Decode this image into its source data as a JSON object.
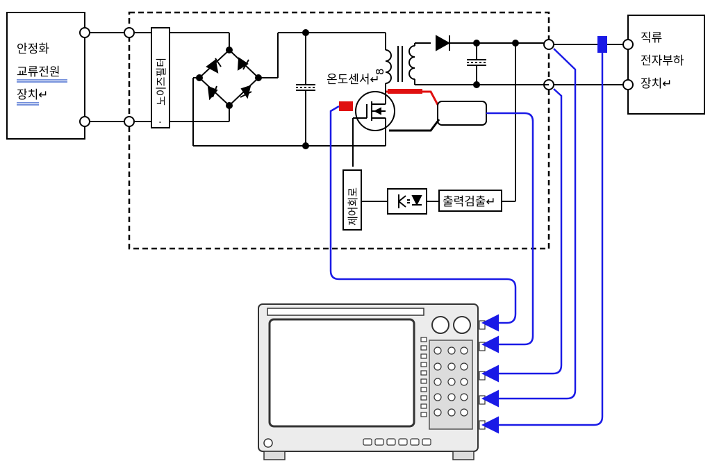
{
  "labels": {
    "ac_source_1": "안정화",
    "ac_source_2": "교류전원",
    "ac_source_3": "장치↵",
    "dc_load_1": "직류",
    "dc_load_2": "전자부하",
    "dc_load_3": "장치↵",
    "noise_filter": "노이즈필터",
    "noise_filter_mark": ".",
    "temp_sensor": "온도센서↵",
    "control_circuit": "제어회로",
    "output_detect": "출력검출↵"
  },
  "colors": {
    "line": "#000000",
    "probe_wire": "#1a1ae6",
    "red_probe": "#e01010",
    "blue_probe": "#1a1ae6",
    "scope_body": "#e8e8e8",
    "scope_screen": "#ffffff",
    "scope_outline": "#333333"
  },
  "icons": [
    "bridge-diode-icon",
    "capacitor-icon",
    "transformer-icon",
    "diode-icon",
    "mosfet-icon",
    "photocoupler-icon",
    "oscilloscope-icon"
  ]
}
